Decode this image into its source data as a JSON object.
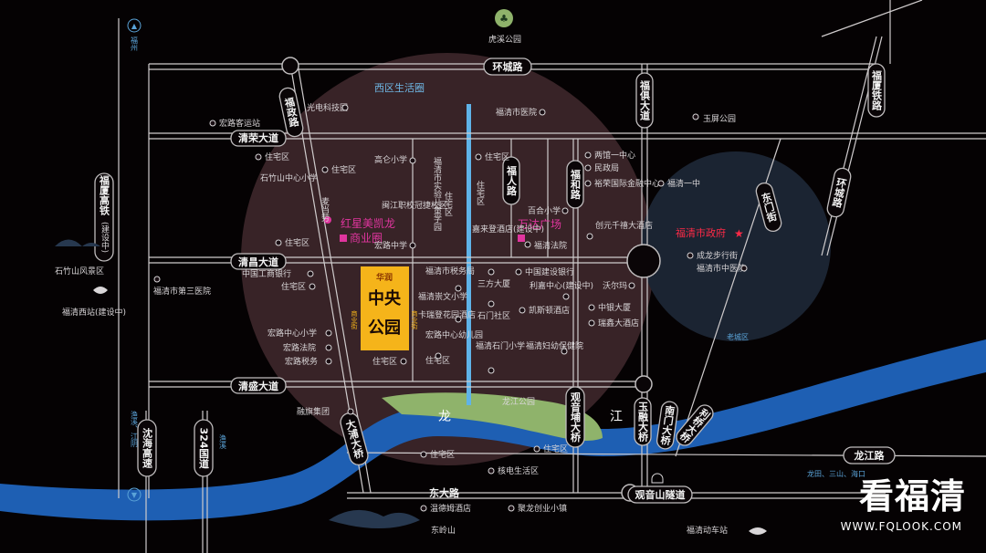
{
  "colors": {
    "river": "#1e5fb3",
    "circle": "#3a2529",
    "govt_circle": "#1a2433",
    "project": "#f5b41a",
    "magenta": "#e0359e",
    "red": "#ff2a47"
  },
  "areas": {
    "west": "西区生活圈",
    "old_city": "老城区"
  },
  "roads": {
    "huancheng": "环城路",
    "qingrong": "清荣大道",
    "qingchang": "清昌大道",
    "qingsheng": "清盛大道",
    "fuzheng": "福政路",
    "furen": "福人路",
    "fuhe": "福和路",
    "fuju": "福俱大道",
    "dongmen": "东门街",
    "huancheng_e": "环城路",
    "fuxia_rail": "福厦铁路",
    "fuzhou": "福州",
    "fuxia_hsr": "福厦高铁",
    "fuxia_hsr_sub": "(建设中)",
    "shenhai": "沈海高速",
    "g324": "324国道",
    "yuyi": "渔溪",
    "yuxi_jiangyin": "渔溪、江阴",
    "dapu_bridge": "大浦大桥",
    "guanyinpu_bridge": "观音埔大桥",
    "yurong_bridge": "玉融大桥",
    "nanmen_bridge": "南门大桥",
    "yingqiao": "利桥大桥",
    "longjiang_road": "龙江路",
    "dongda_road": "东大路",
    "guanyinshan_tunnel": "观音山隧道",
    "dongling_shan": "东岭山",
    "longtian": "龙田、三山、海口"
  },
  "river": {
    "long": "龙",
    "jiang": "江",
    "park": "龙江公园"
  },
  "project": {
    "brand": "华润",
    "name_line1": "中央",
    "name_line2": "公园",
    "side_left": "商业街",
    "side_right": "商业街"
  },
  "highlights": {
    "hongxing": "红星美凯龙",
    "hongxing_sub": "商业圈",
    "wanda": "万达广场",
    "govt": "福清市政府"
  },
  "pois": {
    "huxi_park": "虎溪公园",
    "guangdian": "光电科技园",
    "hospital": "福清市医院",
    "honglu_station": "宏路客运站",
    "zhuzhaiqu": "住宅区",
    "shizhushan_school": "石竹山中心小学",
    "gaochang": "高仑小学",
    "mcd": "麦当劳",
    "minjiang": "闽江职校冠捷校区",
    "honglu_middle": "宏路中学",
    "shiyan": "福清市实验儿童学园",
    "jiaolai": "嘉来登酒店(建设中)",
    "baihe": "百合小学",
    "liangguan": "两馆一中心",
    "minzheng": "民政局",
    "yurong": "裕荣国际金融中心",
    "fuqing_no1": "福清一中",
    "yuping_park": "玉屏公园",
    "chuangyuan": "创元千禧大酒店",
    "court": "福清法院",
    "chenglong": "成龙步行街",
    "tcm": "福清市中医院",
    "icbc": "中国工商银行",
    "fuqing_third": "福清市第三医院",
    "honglu_school": "宏路中心小学",
    "honglu_court": "宏路法院",
    "honglu_tax": "宏路税务",
    "tax_bureau": "福清市税务局",
    "chongwen": "福清崇文小学",
    "karui": "卡瑞登花园酒店",
    "sanfang": "三方大厦",
    "shimen": "石门社区",
    "shimen_school": "福清石门小学",
    "ccb": "中国建设银行",
    "lijia": "利嘉中心(建设中)",
    "kaisi": "凯斯顿酒店",
    "fuyou": "福清妇幼保健院",
    "walmart": "沃尔玛",
    "zhongyin": "中银大厦",
    "ruixin": "瑞鑫大酒店",
    "honglu_kinder": "宏路中心幼儿园",
    "rongqi": "融旗集团",
    "hexin": "核电生活区",
    "wende": "温德姆酒店",
    "julong": "聚龙创业小镇",
    "shizhu_scenic": "石竹山风景区",
    "fuqing_west": "福清西站(建设中)",
    "fuqing_bullet": "福清动车站"
  },
  "watermark": {
    "text": "看福清",
    "url": "WWW.FQLOOK.COM"
  }
}
